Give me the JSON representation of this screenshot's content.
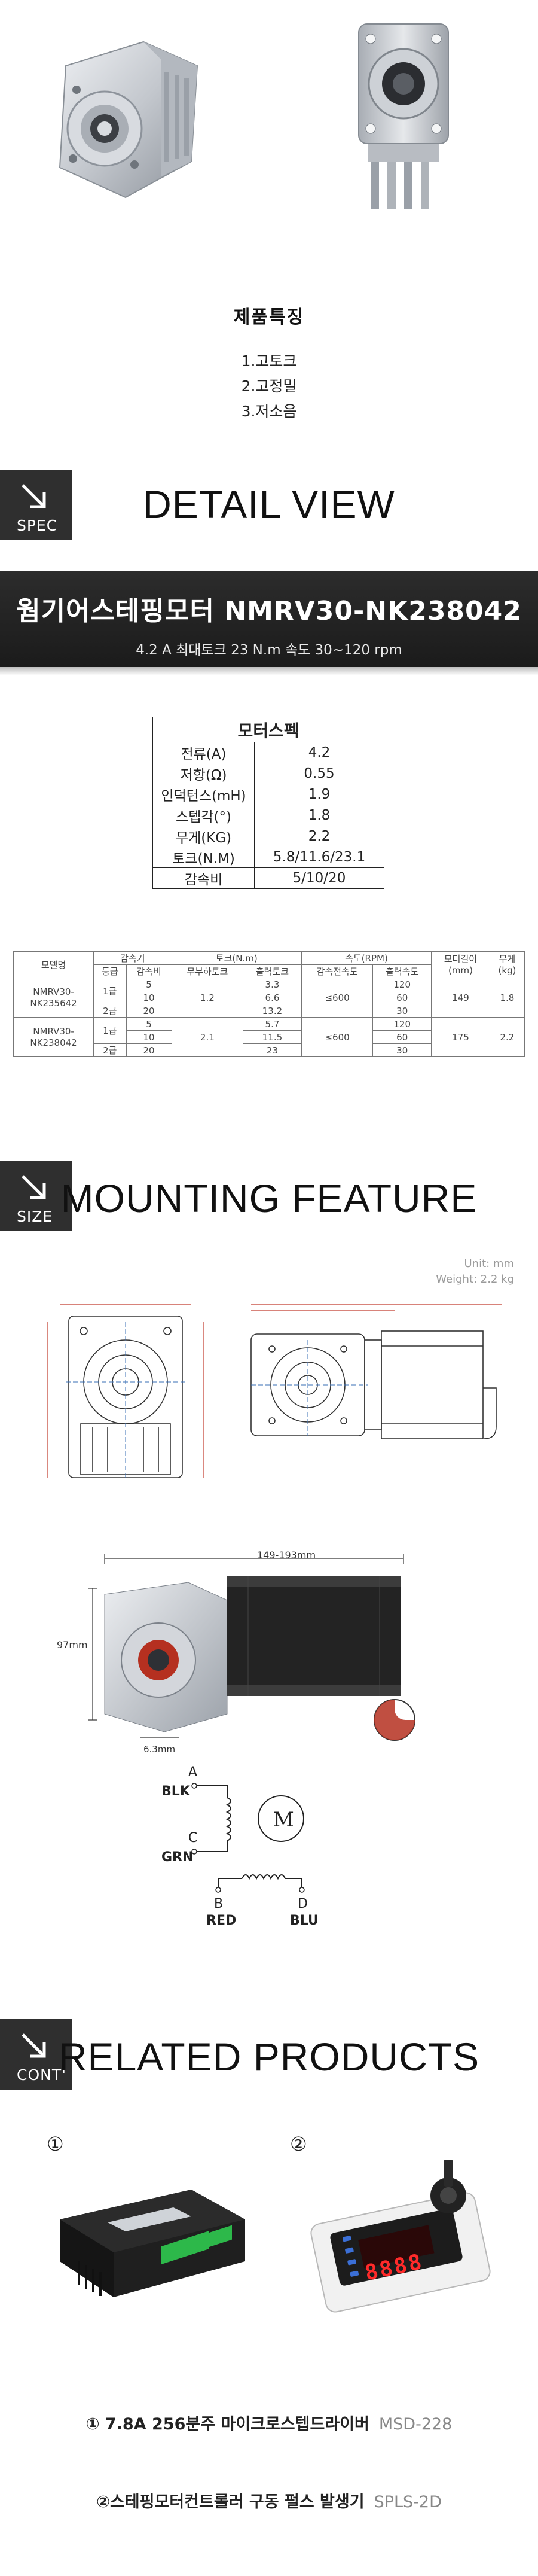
{
  "features": {
    "title": "제품특징",
    "items": [
      "1.고토크",
      "2.고정밀",
      "3.저소음"
    ]
  },
  "sections": {
    "spec": {
      "tag": "SPEC",
      "title": "DETAIL VIEW"
    },
    "size": {
      "tag": "SIZE",
      "title": "MOUNTING FEATURE"
    },
    "cont": {
      "tag": "CONT'",
      "title": "RELATED PRODUCTS"
    }
  },
  "banner": {
    "title": "웜기어스테핑모터 NMRV30-NK238042",
    "subtitle": "4.2 A   최대토크 23 N.m  속도 30~120 rpm"
  },
  "motor_spec": {
    "title": "모터스펙",
    "rows": [
      [
        "전류(A)",
        "4.2"
      ],
      [
        "저항(Ω)",
        "0.55"
      ],
      [
        "인덕턴스(mH)",
        "1.9"
      ],
      [
        "스텝각(°)",
        "1.8"
      ],
      [
        "무게(KG)",
        "2.2"
      ],
      [
        "토크(N.M)",
        "5.8/11.6/23.1"
      ],
      [
        "감속비",
        "5/10/20"
      ]
    ]
  },
  "model_table": {
    "h_model": "모델명",
    "h_reducer": "감속기",
    "h_torque": "토크(N.m)",
    "h_speed": "속도(RPM)",
    "h_length": "모터길이\n(mm)",
    "h_weight": "무게\n(kg)",
    "h_stage": "등급",
    "h_ratio": "감속비",
    "h_noload": "무부하토크",
    "h_output": "출력토크",
    "h_rspeed": "감속전속도",
    "h_ospeed": "출력속도",
    "models": [
      {
        "name": "NMRV30-\nNK235642",
        "stage1": "1급",
        "stage2": "2급",
        "ratios": [
          "5",
          "10",
          "20"
        ],
        "noload": "1.2",
        "output": [
          "3.3",
          "6.6",
          "13.2"
        ],
        "rspeed": "≤600",
        "ospeed": [
          "120",
          "60",
          "30"
        ],
        "length": "149",
        "weight": "1.8"
      },
      {
        "name": "NMRV30-\nNK238042",
        "stage1": "1급",
        "stage2": "2급",
        "ratios": [
          "5",
          "10",
          "20"
        ],
        "noload": "2.1",
        "output": [
          "5.7",
          "11.5",
          "23"
        ],
        "rspeed": "≤600",
        "ospeed": [
          "120",
          "60",
          "30"
        ],
        "length": "175",
        "weight": "2.2"
      }
    ]
  },
  "mounting": {
    "unit": "Unit: mm",
    "weight": "Weight: 2.2 kg",
    "dim_length": "149-193mm",
    "dim_height": "97mm",
    "dim_shaft": "6.3mm",
    "wiring": {
      "a": "A",
      "blk": "BLK",
      "c": "C",
      "grn": "GRN",
      "b": "B",
      "red": "RED",
      "d": "D",
      "blu": "BLU",
      "motor": "M"
    }
  },
  "related": {
    "p1_num": "①",
    "p2_num": "②",
    "p1_name": "① 7.8A 256분주 마이크로스텝드라이버",
    "p1_code": "MSD-228",
    "p2_name": "②스테핑모터컨트롤러 구동 펄스 발생기",
    "p2_code": "SPLS-2D",
    "display_digits": "8888"
  },
  "colors": {
    "tag_bg": "#2f2f2f",
    "banner_bg": "#1b1b1b",
    "aluminum": "#c9ccd1",
    "motor_black": "#232323",
    "terminal_green": "#2db84a"
  }
}
